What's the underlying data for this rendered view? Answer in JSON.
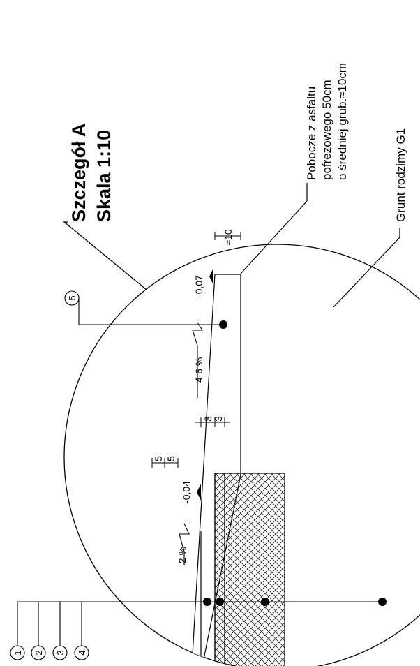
{
  "detail": {
    "title": "Szczegół A",
    "scale": "Skala 1:10"
  },
  "notes": {
    "shoulder": {
      "line1": "Pobocze z asfaltu",
      "line2": "pofrezowego 50cm",
      "line3": "o średniej grub.≈10cm"
    },
    "native_soil": "Grunt rodzimy G1"
  },
  "levels": {
    "shoulder_edge": "-0,07",
    "road_edge": "-0,04"
  },
  "slopes": {
    "shoulder": "4-6 %",
    "road": "2 %"
  },
  "dimensions": {
    "shoulder_thickness": "≈10",
    "layer_3a": "3",
    "layer_3b": "3",
    "layer_5a": "5",
    "layer_5b": "5"
  },
  "markers": {
    "m1": "1",
    "m2": "2",
    "m3": "3",
    "m4": "4",
    "m5": "5"
  },
  "colors": {
    "ink": "#000000",
    "paper": "#ffffff"
  }
}
